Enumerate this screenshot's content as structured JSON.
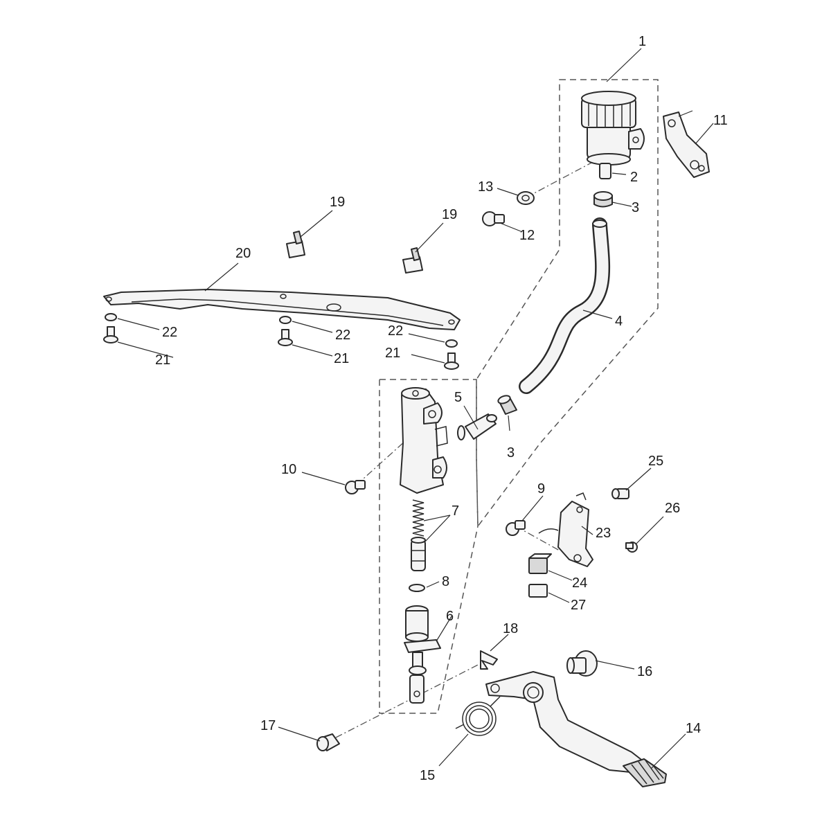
{
  "callouts": [
    "1",
    "2",
    "3",
    "3",
    "4",
    "5",
    "6",
    "7",
    "8",
    "9",
    "10",
    "11",
    "12",
    "13",
    "14",
    "15",
    "16",
    "17",
    "18",
    "19",
    "19",
    "20",
    "21",
    "21",
    "21",
    "22",
    "22",
    "22",
    "23",
    "24",
    "25",
    "26",
    "27"
  ]
}
